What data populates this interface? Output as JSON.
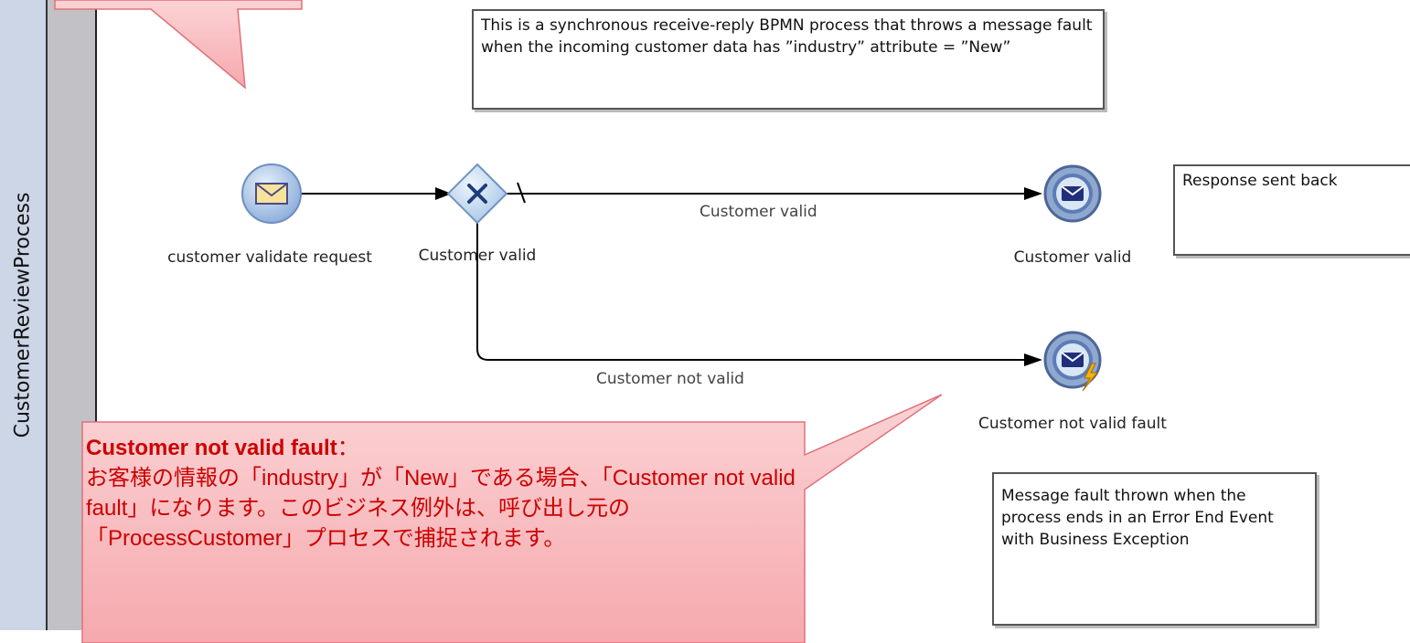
{
  "lane": {
    "name": "CustomerReviewProcess"
  },
  "notes": {
    "description": "This is a synchronous receive-reply BPMN process that throws a message fault when the incoming customer data has ”industry” attribute = ”New”",
    "response": "Response sent back",
    "fault": "Message fault thrown when the process ends in an Error End Event with Business Exception"
  },
  "nodes": {
    "start": "customer validate request",
    "gateway": "Customer valid",
    "end_valid": "Customer valid",
    "end_fault": "Customer not valid fault"
  },
  "flows": {
    "valid": "Customer valid",
    "not_valid": "Customer not valid"
  },
  "callout": {
    "title": "Customer not valid fault",
    "colon": "：",
    "body": "お客様の情報の「industry」が「New」である場合、「Customer not valid fault」になります。このビジネス例外は、呼び出し元の「ProcessCustomer」プロセスで捕捉されます。"
  },
  "colors": {
    "callout_text": "#cc0000",
    "callout_fill": "#f8b7bb",
    "event_fill": "#a9c4e6",
    "gateway_fill": "#bcd4ec"
  }
}
